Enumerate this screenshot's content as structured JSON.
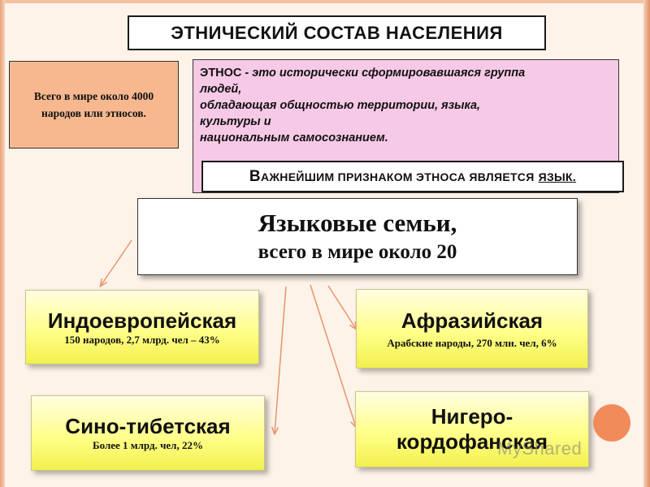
{
  "title": "ЭТНИЧЕСКИЙ СОСТАВ НАСЕЛЕНИЯ",
  "peoples_note": "Всего в мире около 4000 народов или этносов.",
  "ethnos_definition": {
    "term": "ЭТНОС -",
    "line1_rest": " это исторически сформировавшаяся группа",
    "line2": "людей,",
    "line3": "обладающая общностью территории, языка,",
    "line4": "культуры и",
    "line5": "национальным самосознанием."
  },
  "key_sign": {
    "first_letter": "В",
    "rest": "ажнейшим признаком этноса является",
    "word": "язык."
  },
  "language_families": {
    "heading": "Языковые семьи,",
    "subheading": "всего в мире около 20"
  },
  "families": [
    {
      "name": "Индоевропейская",
      "desc": "150 народов, 2,7 млрд. чел – 43%"
    },
    {
      "name": "Афразийская",
      "desc": "Арабские народы, 270 млн. чел, 6%"
    },
    {
      "name": "Сино-тибетская",
      "desc": "Более 1 млрд. чел, 22%"
    },
    {
      "name": "Нигеро-кордофанская",
      "desc": ""
    }
  ],
  "watermark": {
    "text": "MyShared"
  },
  "colors": {
    "peoples_bg": "#f7b88f",
    "ethnos_bg": "#f6c9e6",
    "family_bg": "#ffff8a",
    "arrow": "#e8956a"
  }
}
